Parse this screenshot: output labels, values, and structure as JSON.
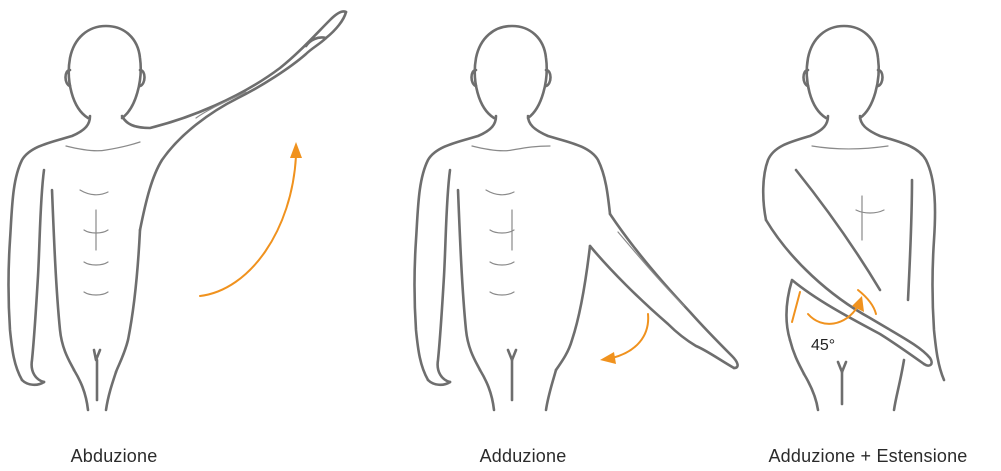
{
  "colors": {
    "outline": "#6e6e6e",
    "accent": "#f0921e",
    "text": "#2b2b2b"
  },
  "figures": [
    {
      "caption": "Abduzione",
      "motion_icon": "curved-up-arrow-icon"
    },
    {
      "caption": "Adduzione",
      "motion_icon": "curved-down-arrow-icon"
    },
    {
      "caption": "Adduzione + Estensione",
      "motion_icon": "angle-arc-icon",
      "angle_label": "45°"
    }
  ]
}
